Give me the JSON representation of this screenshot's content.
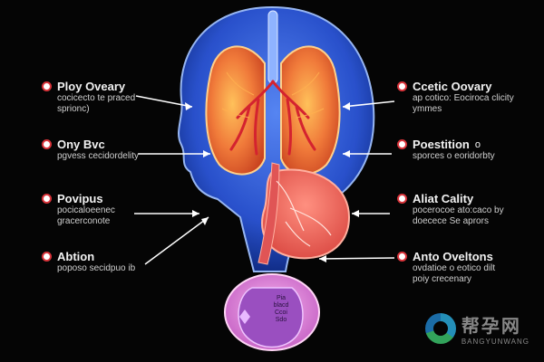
{
  "callouts": {
    "left": [
      {
        "title": "Ploy Oveary",
        "lines": [
          "cocicecto te praced",
          "sprionc)"
        ]
      },
      {
        "title": "Ony Bvc",
        "lines": [
          "pgvess cecidordelity"
        ]
      },
      {
        "title": "Povipus",
        "lines": [
          "pocicaloeenec",
          "gracerconote"
        ]
      },
      {
        "title": "Abtion",
        "lines": [
          "poposo secidpuo ib"
        ]
      }
    ],
    "right": [
      {
        "title": "Ccetic Oovary",
        "lines": [
          "ap cotico: Eociroca clicity",
          "ymmes"
        ]
      },
      {
        "title": "Poestition",
        "lines": [
          "o",
          "sporces o eoridorbty"
        ]
      },
      {
        "title": "Aliat Cality",
        "lines": [
          "pocerocoe ato:caco by",
          "doecece Se aprors"
        ]
      },
      {
        "title": "Anto Oveltons",
        "lines": [
          "ovdatioe o eotico dilt",
          "poiy crecenary"
        ]
      }
    ]
  },
  "organ_label": [
    "Pia",
    "blacd",
    "Ccoi",
    "Sdo"
  ],
  "watermark": {
    "cn": "帮孕网",
    "en": "BANGYUNWANG"
  },
  "colors": {
    "head": "#2f63e0",
    "lungs": "#f07a3a",
    "stomach": "#f06a5a",
    "pelvis": "#d57ad3",
    "badge_ring": "#d9333a"
  }
}
